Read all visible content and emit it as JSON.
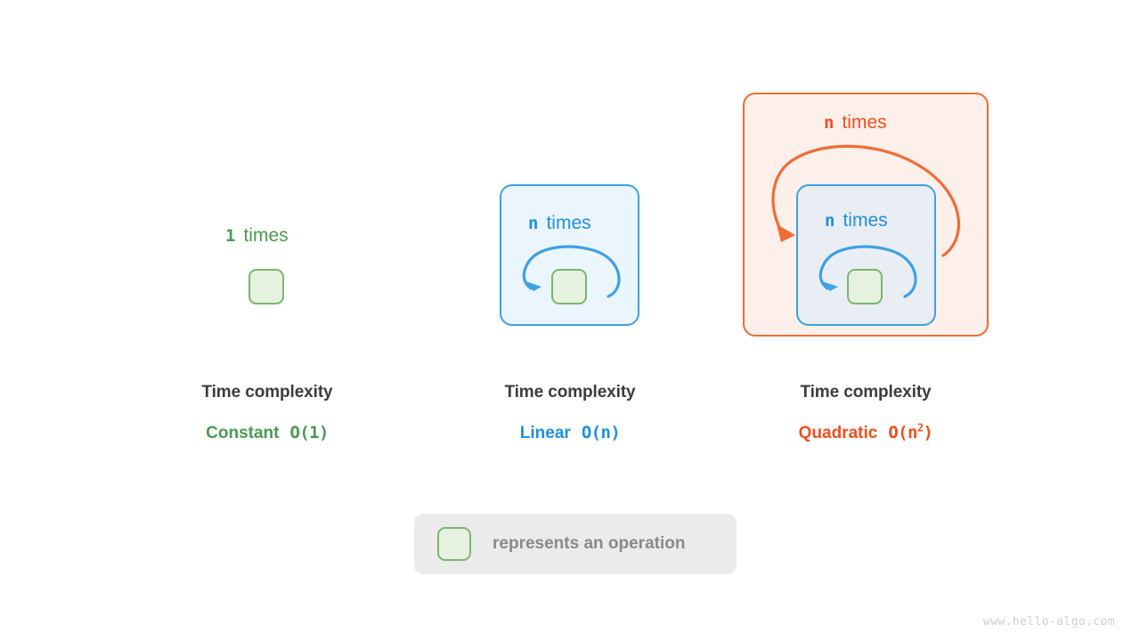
{
  "diagram": {
    "title_implicit": "Time complexity growth comparison",
    "watermark": "www.hello-algo.com",
    "panels": [
      {
        "id": "constant",
        "loop_label_count": "1",
        "loop_label_word": "times",
        "caption_title": "Time complexity",
        "caption_name": "Constant",
        "caption_bigo_pre": "O(1)",
        "caption_bigo_base": "",
        "caption_bigo_sup": "",
        "color": "#4a9a52"
      },
      {
        "id": "linear",
        "loop_label_count": "n",
        "loop_label_word": "times",
        "caption_title": "Time complexity",
        "caption_name": "Linear",
        "caption_bigo_pre": "O(n)",
        "caption_bigo_base": "",
        "caption_bigo_sup": "",
        "color": "#1f8fe0"
      },
      {
        "id": "quadratic",
        "outer_label_count": "n",
        "outer_label_word": "times",
        "inner_label_count": "n",
        "inner_label_word": "times",
        "caption_title": "Time complexity",
        "caption_name": "Quadratic",
        "caption_bigo_open": "O(n",
        "caption_bigo_sup": "2",
        "caption_bigo_close": ")",
        "color": "#ee4f20"
      }
    ],
    "legend": {
      "swatch_name": "operation-swatch",
      "text": "represents an operation"
    },
    "colors": {
      "green_stroke": "#7cb56e",
      "green_fill": "#e6f1e0",
      "green_text": "#4a9a52",
      "blue_stroke": "#3fa0e3",
      "blue_fill": "#eaf5fd",
      "blue_fill_inner": "#e9eef5",
      "blue_text": "#1f8fe0",
      "orange_stroke": "#ef6c38",
      "orange_fill": "#fdf0ea",
      "orange_text": "#ee4f20",
      "caption_title": "#3c3c3c",
      "legend_bg": "#ebebeb",
      "legend_text": "#8a8a8a",
      "watermark": "#cfcfcf",
      "page_bg": "#ffffff"
    }
  }
}
